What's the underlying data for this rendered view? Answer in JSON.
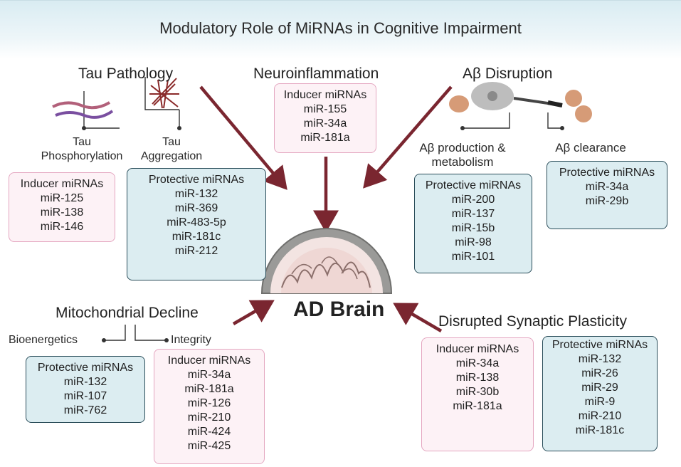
{
  "title": "Modulatory Role of MiRNAs in Cognitive Impairment",
  "center": {
    "label": "AD Brain"
  },
  "colors": {
    "arrow": "#7a2630",
    "pink_fill": "#fdf2f6",
    "pink_border": "#e4a6c0",
    "blue_fill": "#dcedf1",
    "blue_border": "#2a4d5a"
  },
  "sections": {
    "tau": {
      "title": "Tau Pathology",
      "phosphorylation_label": "Tau\nPhosphorylation",
      "aggregation_label": "Tau\nAggregation",
      "inducer": {
        "head": "Inducer  miRNAs",
        "items": [
          "miR-125",
          "miR-138",
          "miR-146"
        ]
      },
      "protective": {
        "head": "Protective miRNAs",
        "items": [
          "miR-132",
          "miR-369",
          "miR-483-5p",
          "miR-181c",
          "miR-212"
        ]
      }
    },
    "neuro": {
      "title": "Neuroinflammation",
      "inducer": {
        "head": "Inducer  miRNAs",
        "items": [
          "miR-155",
          "miR-34a",
          "miR-181a"
        ]
      }
    },
    "abeta": {
      "title": "Aβ Disruption",
      "production_label": "Aβ production &\nmetabolism",
      "clearance_label": "Aβ clearance",
      "production": {
        "head": "Protective miRNAs",
        "items": [
          "miR-200",
          "miR-137",
          "miR-15b",
          "miR-98",
          "miR-101"
        ]
      },
      "clearance": {
        "head": "Protective miRNAs",
        "items": [
          "miR-34a",
          "miR-29b"
        ]
      }
    },
    "mito": {
      "title": "Mitochondrial Decline",
      "bio_label": "Bioenergetics",
      "integrity_label": "Integrity",
      "protective": {
        "head": "Protective miRNAs",
        "items": [
          "miR-132",
          "miR-107",
          "miR-762"
        ]
      },
      "inducer": {
        "head": "Inducer  miRNAs",
        "items": [
          "miR-34a",
          "miR-181a",
          "miR-126",
          "miR-210",
          "miR-424",
          "miR-425"
        ]
      }
    },
    "synaptic": {
      "title": "Disrupted Synaptic Plasticity",
      "inducer": {
        "head": "Inducer  miRNAs",
        "items": [
          "miR-34a",
          "miR-138",
          "miR-30b",
          "miR-181a"
        ]
      },
      "protective": {
        "head": "Protective miRNAs",
        "items": [
          "miR-132",
          "miR-26",
          "miR-29",
          "miR-9",
          "miR-210",
          "miR-181c"
        ]
      }
    }
  }
}
